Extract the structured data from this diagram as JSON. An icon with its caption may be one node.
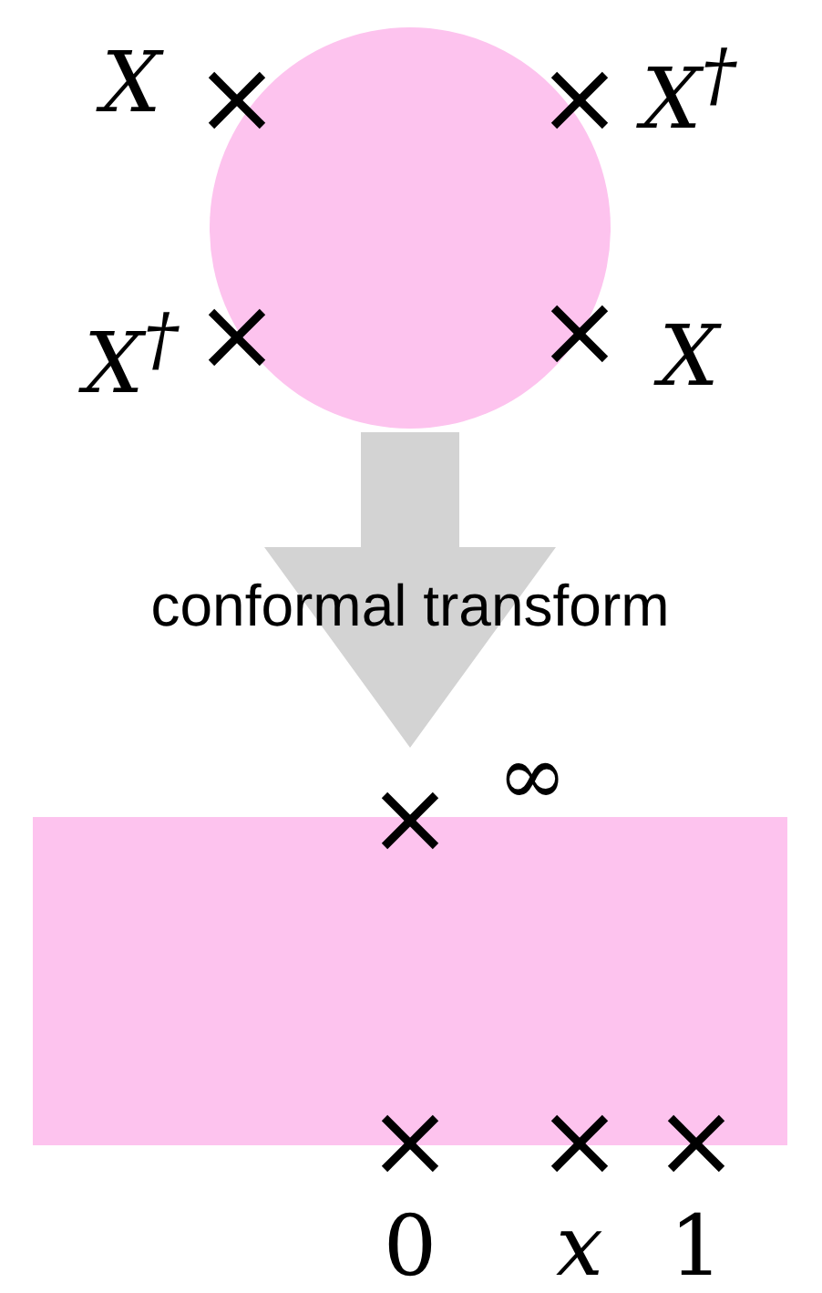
{
  "diagram": {
    "nodes": [
      {
        "text": [],
        "shape": "circle"
      },
      {
        "text": [],
        "shape": "box"
      }
    ],
    "edges": [
      {
        "from": 0,
        "to": 1,
        "arrow": "to",
        "style": "thick",
        "label": "conformal transform"
      }
    ],
    "labels": [
      "X",
      "X$^{†}$",
      "X$^{†}$",
      "X",
      "∞",
      "0",
      "x",
      "1"
    ]
  }
}
